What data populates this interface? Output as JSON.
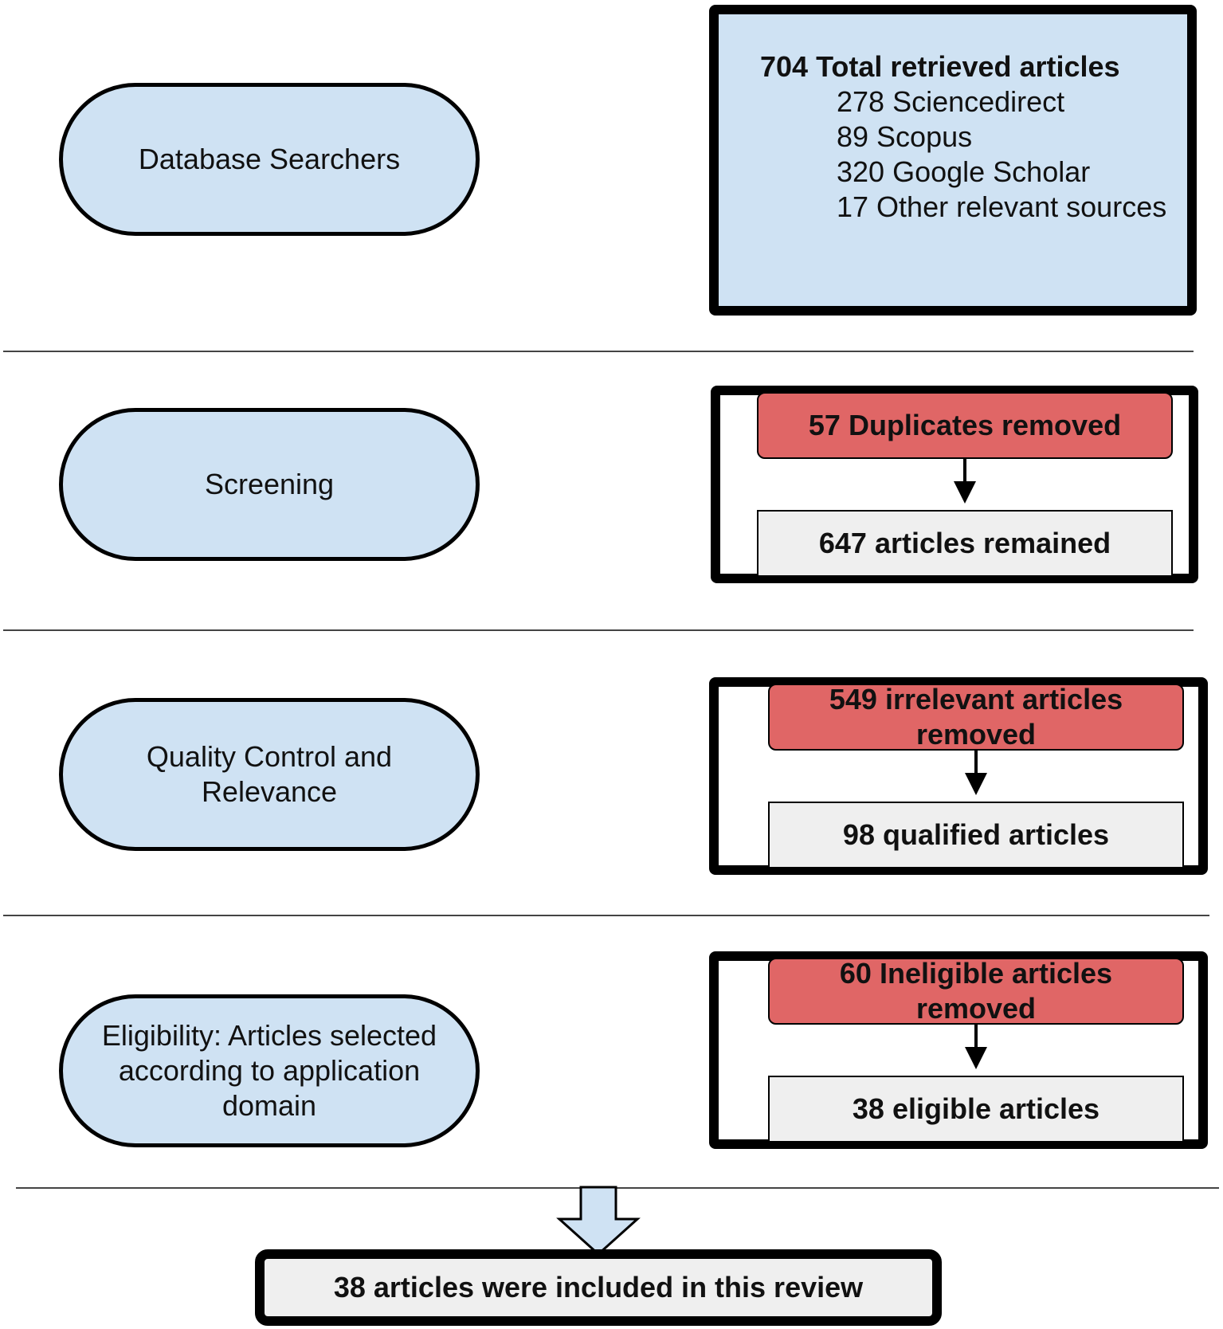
{
  "stages": {
    "database": "Database Searchers",
    "screening": "Screening",
    "quality": "Quality Control and\nRelevance",
    "eligibility": "Eligibility: Articles selected\naccording to application\ndomain"
  },
  "retrieval": {
    "total": "704 Total retrieved articles",
    "sources": [
      "278 Sciencedirect",
      "89 Scopus",
      "320 Google Scholar",
      "17 Other relevant sources"
    ]
  },
  "screening": {
    "removed": "57 Duplicates removed",
    "remained": "647 articles remained"
  },
  "quality": {
    "removed": "549 irrelevant articles\nremoved",
    "remained": "98 qualified articles"
  },
  "eligibility": {
    "removed": "60 Ineligible articles\nremoved",
    "remained": "38 eligible articles"
  },
  "final": {
    "label": "38 articles were included in this review"
  },
  "colors": {
    "stage_fill": "#cfe2f3",
    "removed_fill": "#e06666",
    "remained_fill": "#efefef",
    "border": "#000000"
  }
}
